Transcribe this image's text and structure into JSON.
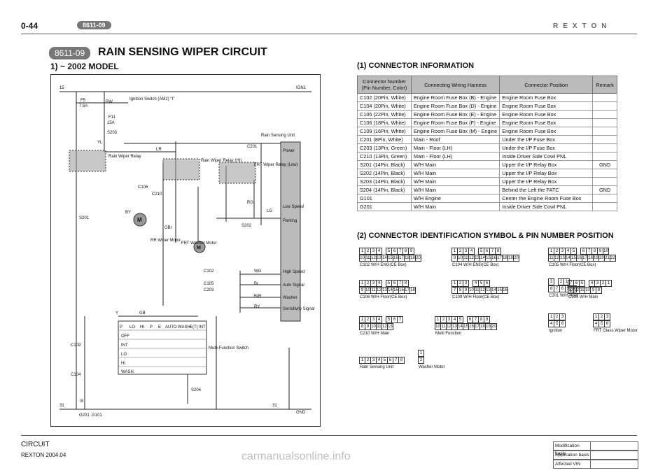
{
  "header": {
    "page_number": "0-44",
    "section_code": "8611-09",
    "brand": "REXTON"
  },
  "title": {
    "badge": "8611-09",
    "text": "RAIN SENSING WIPER CIRCUIT"
  },
  "model_heading": "1) ~ 2002 MODEL",
  "connector_info_heading": "(1) CONNECTOR INFORMATION",
  "identification_heading": "(2) CONNECTOR IDENTIFICATION SYMBOL & PIN NUMBER POSITION",
  "table": {
    "headers": [
      "Connector Number (Pin Number, Color)",
      "Connecting Wiring Harness",
      "Connector Position",
      "Remark"
    ],
    "rows": [
      [
        "C102 (20Pin, White)",
        "Engine Room Fuse Box (B) - Engine",
        "Engine Room Fuse Box",
        ""
      ],
      [
        "C104 (20Pin, White)",
        "Engine Room Fuse Box (D) - Engine",
        "Engine Room Fuse Box",
        ""
      ],
      [
        "C105 (22Pin, White)",
        "Engine Room Fuse Box (E) - Engine",
        "Engine Room Fuse Box",
        ""
      ],
      [
        "C106 (18Pin, White)",
        "Engine Room Fuse Box (F) - Engine",
        "Engine Room Fuse Box",
        ""
      ],
      [
        "C109 (16Pin, White)",
        "Engine Room Fuse Box (M) - Engine",
        "Engine Room Fuse Box",
        ""
      ],
      [
        "C201 (8Pin, White)",
        "Main - Roof",
        "Under the I/P Fuse Box",
        ""
      ],
      [
        "C203 (13Pin, Green)",
        "Main - Floor (LH)",
        "Under the I/P Fuse Box",
        ""
      ],
      [
        "C210 (13Pin, Green)",
        "Main - Floor (LH)",
        "Inside Driver Side Cowl PNL",
        ""
      ],
      [
        "S201 (14Pin, Black)",
        "W/H Main",
        "Upper the I/P Relay Box",
        "GND"
      ],
      [
        "S202 (14Pin, Black)",
        "W/H Main",
        "Upper the I/P Relay Box",
        ""
      ],
      [
        "S203 (14Pin, Black)",
        "W/H Main",
        "Upper the I/P Relay Box",
        ""
      ],
      [
        "S204 (14Pin, Black)",
        "W/H Main",
        "Behind the Left the FATC",
        "GND"
      ],
      [
        "G101",
        "W/H Engine",
        "Center the Engine Room Fuse Box",
        ""
      ],
      [
        "G201",
        "W/H Main",
        "Inside Driver Side Cowl PNL",
        ""
      ]
    ]
  },
  "diagram": {
    "power_left": "15",
    "power_right": "IGN1",
    "ground_left": "31",
    "ground_right": "31",
    "ground_label": "GND",
    "fuse_f5": "F5",
    "fuse_f5_amp": "7.5A",
    "fuse_f11": "F11",
    "fuse_f11_amp": "15A",
    "ignition_switch": "Ignition Switch (AM2) \"I\"",
    "rain_wiper_relay": "Rain Wiper Relay",
    "rain_wiper_relay_hi": "Rain Wiper Relay (HI)",
    "frt_wiper_relay_low": "FRT Wiper Relay (Low)",
    "rain_sensing_unit": "Rain Sensing Unit",
    "rr_wiper_motor": "RR Wiper Motor",
    "frt_washer_motor": "FRT Washer Motor",
    "multi_function_switch": "Multi-Function Switch",
    "unit_pins": [
      "Power",
      "Low Speed",
      "Parking",
      "High Speed",
      "Auto Signal",
      "Washer",
      "Sensitivity Signal"
    ],
    "switch_columns": [
      "P",
      "LO",
      "HI",
      "P",
      "E",
      "AUTO",
      "WASH",
      "E(T)",
      "INT"
    ],
    "switch_rows": [
      "OFF",
      "INT",
      "LO",
      "HI",
      "WASH"
    ],
    "labels": [
      "S203",
      "S201",
      "S202",
      "S204",
      "C109",
      "C104",
      "C102",
      "C105",
      "C203",
      "C106",
      "C210",
      "C201",
      "G201",
      "G101",
      "RW",
      "YL",
      "LR",
      "BY",
      "RG",
      "GBr",
      "LG",
      "WG",
      "Br",
      "BrR",
      "RY",
      "Y",
      "GB",
      "B"
    ]
  },
  "connectors": [
    {
      "name": "C102 W/H ENG(CE Box)",
      "rows": [
        [
          "1",
          "2",
          "3",
          "4",
          "",
          "5",
          "6",
          "7",
          "8",
          "9"
        ],
        [
          "10",
          "11",
          "12",
          "13",
          "14",
          "15",
          "16",
          "17",
          "18",
          "19",
          "20"
        ]
      ]
    },
    {
      "name": "C104 W/H ENG(CE Box)",
      "rows": [
        [
          "1",
          "2",
          "3",
          "4",
          "",
          "5",
          "6",
          "7",
          "8"
        ],
        [
          "9",
          "10",
          "11",
          "12",
          "13",
          "14",
          "15",
          "16",
          "17",
          "18",
          "19",
          "20"
        ]
      ]
    },
    {
      "name": "C105 W/H Floor(CE Box)",
      "rows": [
        [
          "1",
          "2",
          "3",
          "4",
          "5",
          "",
          "6",
          "7",
          "8",
          "9",
          "10"
        ],
        [
          "11",
          "12",
          "13",
          "14",
          "15",
          "16",
          "17",
          "18",
          "19",
          "20",
          "21",
          "22"
        ]
      ]
    },
    {
      "name": "C106 W/H Floor(CE Box)",
      "rows": [
        [
          "1",
          "2",
          "3",
          "4",
          "",
          "5",
          "6",
          "7",
          "8"
        ],
        [
          "9",
          "10",
          "11",
          "12",
          "13",
          "14",
          "15",
          "16",
          "17",
          "18"
        ]
      ]
    },
    {
      "name": "C109 W/H Floor(CE Box)",
      "rows": [
        [
          "1",
          "2",
          "3",
          "",
          "4",
          "5",
          "6"
        ],
        [
          "7",
          "8",
          "9",
          "10",
          "11",
          "12",
          "13",
          "14",
          "15",
          "16"
        ]
      ]
    },
    {
      "name": "C201 W/H Roof",
      "rows": [
        [
          "3",
          "",
          "2",
          "1"
        ],
        [
          "8",
          "7",
          "6",
          "5",
          "4"
        ]
      ]
    },
    {
      "name": "C203 W/H Main",
      "rows": [
        [
          "7",
          "6",
          "5",
          "",
          "4",
          "3",
          "2",
          "1"
        ],
        [
          "13",
          "12",
          "11",
          "10",
          "9",
          "8"
        ]
      ]
    },
    {
      "name": "C210 W/H Main",
      "rows": [
        [
          "1",
          "2",
          "3",
          "4",
          "",
          "5",
          "6",
          "7"
        ],
        [
          "8",
          "9",
          "10",
          "11",
          "12",
          "13"
        ]
      ]
    },
    {
      "name": "Multi Function",
      "rows": [
        [
          "1",
          "2",
          "3",
          "4",
          "5",
          "",
          "6",
          "7",
          "8",
          "9"
        ],
        [
          "10",
          "11",
          "12",
          "13",
          "14",
          "15",
          "16",
          "17",
          "18",
          "19",
          "20"
        ]
      ]
    },
    {
      "name": "Ignition",
      "rows": [
        [
          "1",
          "2",
          "3"
        ],
        [
          "4",
          "5",
          "6"
        ]
      ]
    },
    {
      "name": "FRT Glass Wiper Motor",
      "rows": [
        [
          "1",
          "2",
          "3"
        ],
        [
          "4",
          "5",
          "6"
        ]
      ]
    },
    {
      "name": "Rain Sensing Unit",
      "rows": [
        [
          "1",
          "2",
          "3",
          "4",
          "5",
          "6",
          "7",
          "8"
        ]
      ]
    },
    {
      "name": "Washer Motor",
      "rows": [
        [
          "1"
        ],
        [
          "2"
        ]
      ]
    }
  ],
  "footer": {
    "section": "CIRCUIT",
    "model_date": "REXTON 2004.04",
    "mod_labels": [
      "Modification basis",
      "Application basis",
      "Affected VIN"
    ],
    "watermark": "carmanualsonline.info"
  }
}
